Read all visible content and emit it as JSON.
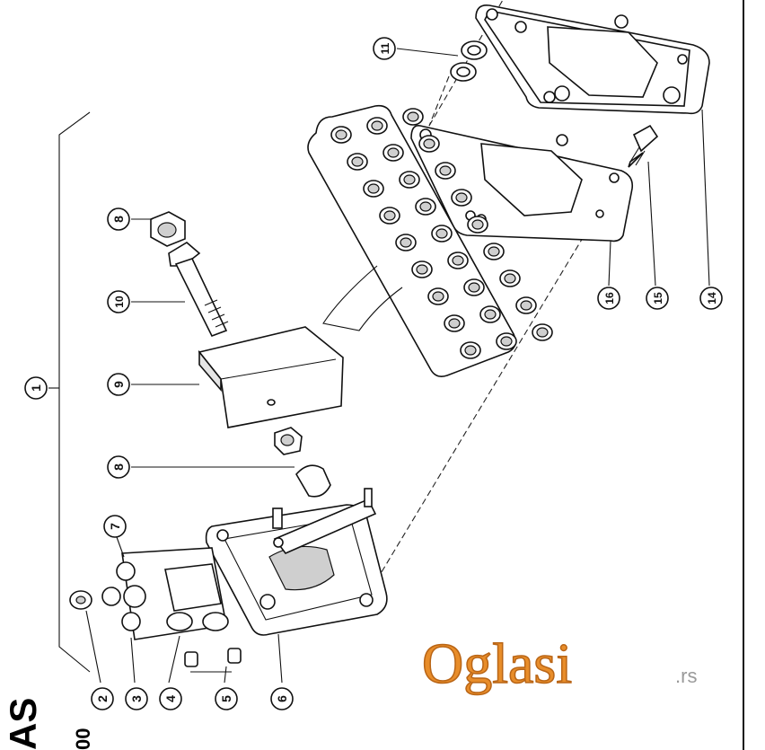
{
  "diagram": {
    "callouts": [
      {
        "id": "c1",
        "label": "1"
      },
      {
        "id": "c2",
        "label": "2"
      },
      {
        "id": "c3",
        "label": "3"
      },
      {
        "id": "c4",
        "label": "4"
      },
      {
        "id": "c5",
        "label": "5"
      },
      {
        "id": "c6",
        "label": "6"
      },
      {
        "id": "c7",
        "label": "7"
      },
      {
        "id": "c8a",
        "label": "8"
      },
      {
        "id": "c8b",
        "label": "8"
      },
      {
        "id": "c9",
        "label": "9"
      },
      {
        "id": "c10",
        "label": "10"
      },
      {
        "id": "c11",
        "label": "11"
      },
      {
        "id": "c14",
        "label": "14"
      },
      {
        "id": "c15",
        "label": "15"
      },
      {
        "id": "c16",
        "label": "16"
      }
    ],
    "side_logo": "AS",
    "side_code": "00"
  },
  "watermark": {
    "brand": "Oglasi",
    "tld": ".rs"
  },
  "colors": {
    "line": "#111111",
    "watermark": "#e88d2a",
    "background": "#ffffff"
  }
}
